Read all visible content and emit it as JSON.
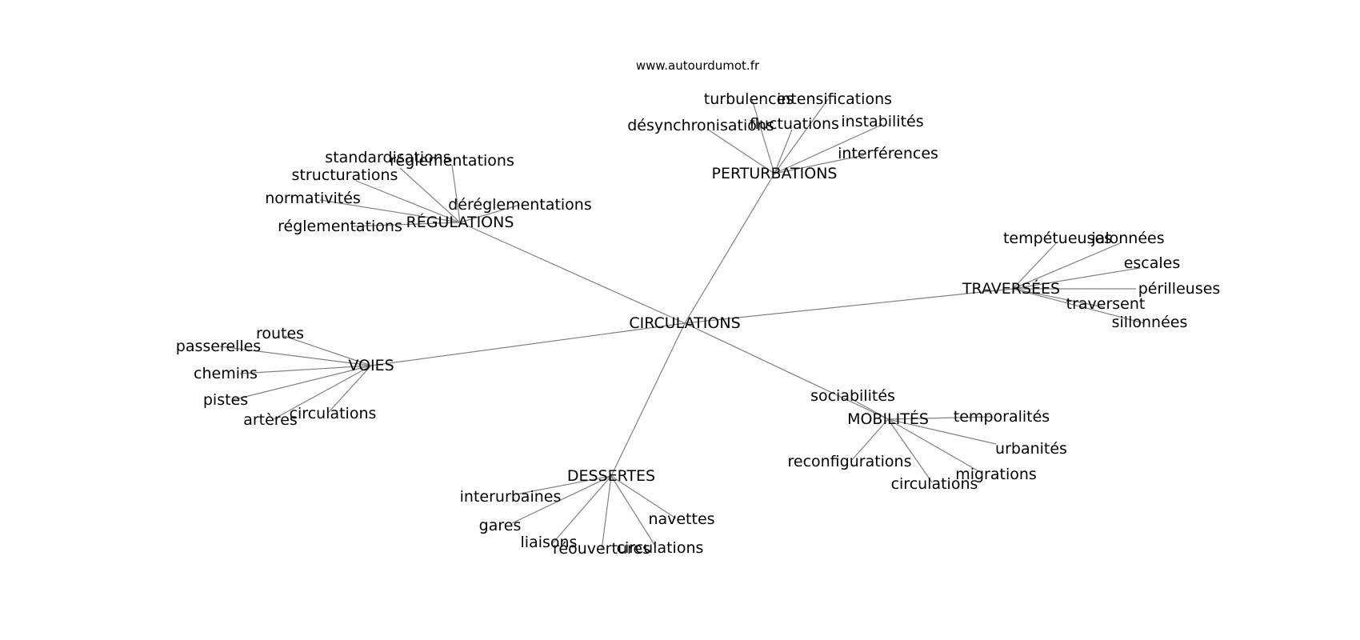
{
  "watermark": "www.autourdumot.fr",
  "chart_data": {
    "type": "network",
    "root": "CIRCULATIONS",
    "nodes": [
      "CIRCULATIONS",
      "PERTURBATIONS",
      "turbulences",
      "intensifications",
      "désynchronisations",
      "fluctuations",
      "instabilités",
      "interférences",
      "RÉGULATIONS",
      "standardisations",
      "réglementations",
      "structurations",
      "normativités",
      "déréglementations",
      "réglementations",
      "TRAVERSÉES",
      "tempétueuses",
      "jalonnées",
      "escales",
      "périlleuses",
      "traversent",
      "sillonnées",
      "VOIES",
      "routes",
      "passerelles",
      "chemins",
      "pistes",
      "artères",
      "circulations",
      "MOBILITÉS",
      "sociabilités",
      "temporalités",
      "urbanités",
      "reconfigurations",
      "migrations",
      "circulations",
      "DESSERTES",
      "interurbaines",
      "gares",
      "liaisons",
      "réouvertures",
      "circulations",
      "navettes"
    ],
    "edges": [
      [
        "CIRCULATIONS",
        "PERTURBATIONS"
      ],
      [
        "CIRCULATIONS",
        "RÉGULATIONS"
      ],
      [
        "CIRCULATIONS",
        "TRAVERSÉES"
      ],
      [
        "CIRCULATIONS",
        "VOIES"
      ],
      [
        "CIRCULATIONS",
        "MOBILITÉS"
      ],
      [
        "CIRCULATIONS",
        "DESSERTES"
      ],
      [
        "PERTURBATIONS",
        "turbulences"
      ],
      [
        "PERTURBATIONS",
        "intensifications"
      ],
      [
        "PERTURBATIONS",
        "désynchronisations"
      ],
      [
        "PERTURBATIONS",
        "fluctuations"
      ],
      [
        "PERTURBATIONS",
        "instabilités"
      ],
      [
        "PERTURBATIONS",
        "interférences"
      ],
      [
        "RÉGULATIONS",
        "standardisations"
      ],
      [
        "RÉGULATIONS",
        "réglementations"
      ],
      [
        "RÉGULATIONS",
        "structurations"
      ],
      [
        "RÉGULATIONS",
        "normativités"
      ],
      [
        "RÉGULATIONS",
        "déréglementations"
      ],
      [
        "RÉGULATIONS",
        "réglementations"
      ],
      [
        "TRAVERSÉES",
        "tempétueuses"
      ],
      [
        "TRAVERSÉES",
        "jalonnées"
      ],
      [
        "TRAVERSÉES",
        "escales"
      ],
      [
        "TRAVERSÉES",
        "périlleuses"
      ],
      [
        "TRAVERSÉES",
        "traversent"
      ],
      [
        "TRAVERSÉES",
        "sillonnées"
      ],
      [
        "VOIES",
        "routes"
      ],
      [
        "VOIES",
        "passerelles"
      ],
      [
        "VOIES",
        "chemins"
      ],
      [
        "VOIES",
        "pistes"
      ],
      [
        "VOIES",
        "artères"
      ],
      [
        "VOIES",
        "circulations"
      ],
      [
        "MOBILITÉS",
        "sociabilités"
      ],
      [
        "MOBILITÉS",
        "temporalités"
      ],
      [
        "MOBILITÉS",
        "urbanités"
      ],
      [
        "MOBILITÉS",
        "reconfigurations"
      ],
      [
        "MOBILITÉS",
        "migrations"
      ],
      [
        "MOBILITÉS",
        "circulations"
      ],
      [
        "DESSERTES",
        "interurbaines"
      ],
      [
        "DESSERTES",
        "gares"
      ],
      [
        "DESSERTES",
        "liaisons"
      ],
      [
        "DESSERTES",
        "réouvertures"
      ],
      [
        "DESSERTES",
        "circulations"
      ],
      [
        "DESSERTES",
        "navettes"
      ]
    ]
  }
}
